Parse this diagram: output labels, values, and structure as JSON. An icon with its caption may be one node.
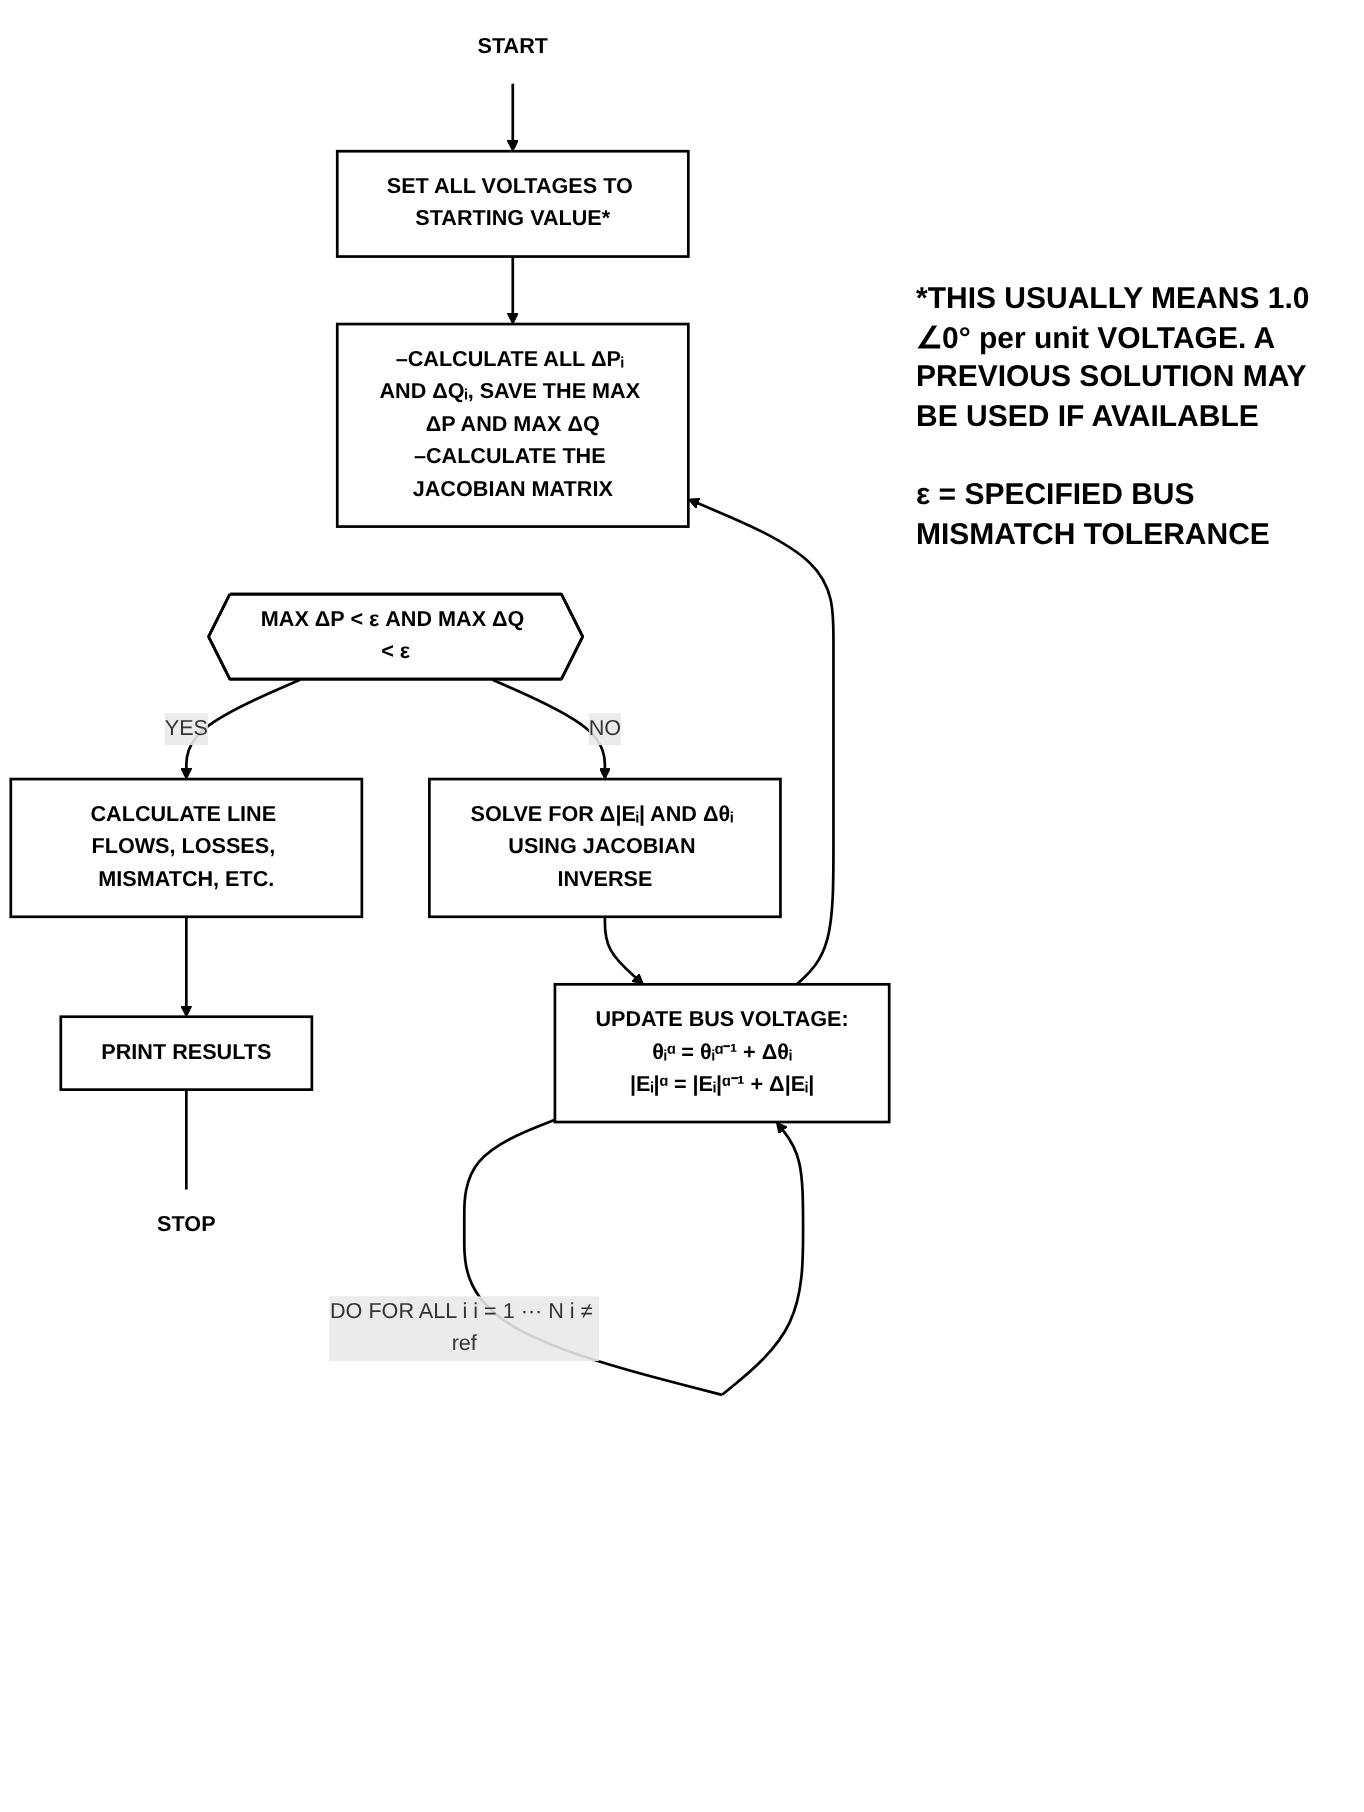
{
  "diagram": {
    "nodes": [
      {
        "text": [
          "START"
        ]
      },
      {
        "text": [
          "SET ALL VOLTAGES TO STARTING VALUE*"
        ]
      },
      {
        "text": [
          "–CALCULATE ALL ΔPᵢ AND ΔQᵢ, SAVE THE MAX ΔP AND MAX ΔQ",
          "–CALCULATE THE JACOBIAN MATRIX"
        ]
      },
      {
        "text": [
          "MAX ΔP < ε AND MAX ΔQ < ε"
        ]
      },
      {
        "text": [
          "CALCULATE LINE FLOWS, LOSSES, MISMATCH, ETC."
        ]
      },
      {
        "text": [
          "PRINT RESULTS"
        ]
      },
      {
        "text": [
          "STOP"
        ]
      },
      {
        "text": [
          "SOLVE FOR Δ|Eᵢ| AND Δθᵢ USING JACOBIAN INVERSE"
        ]
      },
      {
        "text": [
          "UPDATE BUS VOLTAGE:",
          "θᵢᵅ = θᵢᵅ⁻¹ + Δθᵢ",
          "|Eᵢ|ᵅ = |Eᵢ|ᵅ⁻¹ + Δ|Eᵢ|"
        ]
      }
    ],
    "edges": [
      {
        "from": 0,
        "to": 1,
        "arrow": "to"
      },
      {
        "from": 1,
        "to": 2,
        "arrow": "to"
      },
      {
        "from": 3,
        "to": 4,
        "arrow": "to",
        "label": "YES"
      },
      {
        "from": 3,
        "to": 7,
        "arrow": "to",
        "label": "NO"
      },
      {
        "from": 4,
        "to": 5,
        "arrow": "to"
      },
      {
        "from": 5,
        "to": 6,
        "arrow": "none"
      },
      {
        "from": 7,
        "to": 8,
        "arrow": "to"
      },
      {
        "from": 8,
        "to": 8,
        "arrow": "to",
        "label": "DO FOR ALL i i = 1 ··· N i ≠ ref"
      },
      {
        "from": 8,
        "to": 2,
        "arrow": "to"
      }
    ],
    "labels": [
      "*THIS USUALLY MEANS 1.0 ∠0° per unit VOLTAGE. A PREVIOUS SOLUTION MAY BE USED IF AVAILABLE",
      "ε = SPECIFIED BUS MISMATCH TOLERANCE"
    ]
  }
}
